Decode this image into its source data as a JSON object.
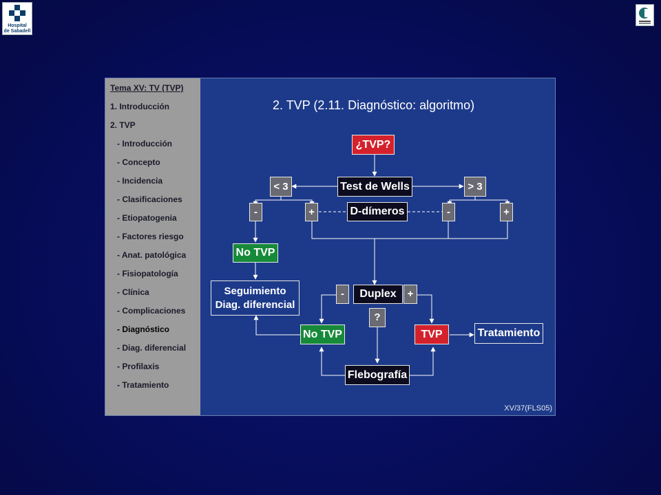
{
  "logos": {
    "left": {
      "line1": "Hospital",
      "line2": "de Sabadell",
      "icon": "hospital-cross-icon"
    },
    "right": {
      "icon": "institution-logo-icon"
    }
  },
  "sidebar": {
    "title": "Tema XV: TV (TVP)",
    "items": [
      "1. Introducción",
      "2. TVP",
      "- Introducción",
      "- Concepto",
      "- Incidencia",
      "- Clasificaciones",
      "- Etiopatogenia",
      "- Factores riesgo",
      "- Anat. patológica",
      "- Fisiopatología",
      "- Clínica",
      "- Complicaciones",
      "- Diagnóstico",
      "- Diag. diferencial",
      "- Profilaxis",
      "- Tratamiento"
    ],
    "current_item": "- Diagnóstico"
  },
  "slide_title": "2. TVP (2.11. Diagnóstico: algoritmo)",
  "flowchart": {
    "q_tvp": "¿TVP?",
    "wells": "Test de Wells",
    "lt3": "< 3",
    "gt3": "> 3",
    "ddimer": "D-dímeros",
    "minus": "-",
    "plus": "+",
    "no_tvp": "No TVP",
    "followup_line1": "Seguimiento",
    "followup_line2": "Diag. diferencial",
    "duplex": "Duplex",
    "question": "?",
    "tvp": "TVP",
    "treatment": "Tratamiento",
    "phlebography": "Flebografía"
  },
  "colors": {
    "red": "#d4222c",
    "green": "#178a3a",
    "black": "#0c0c1e",
    "grey": "#6a6a72",
    "slide_blue": "#1d3a8a",
    "sidebar_grey": "#9c9c9c"
  },
  "footer": "XV/37(FLS05)"
}
